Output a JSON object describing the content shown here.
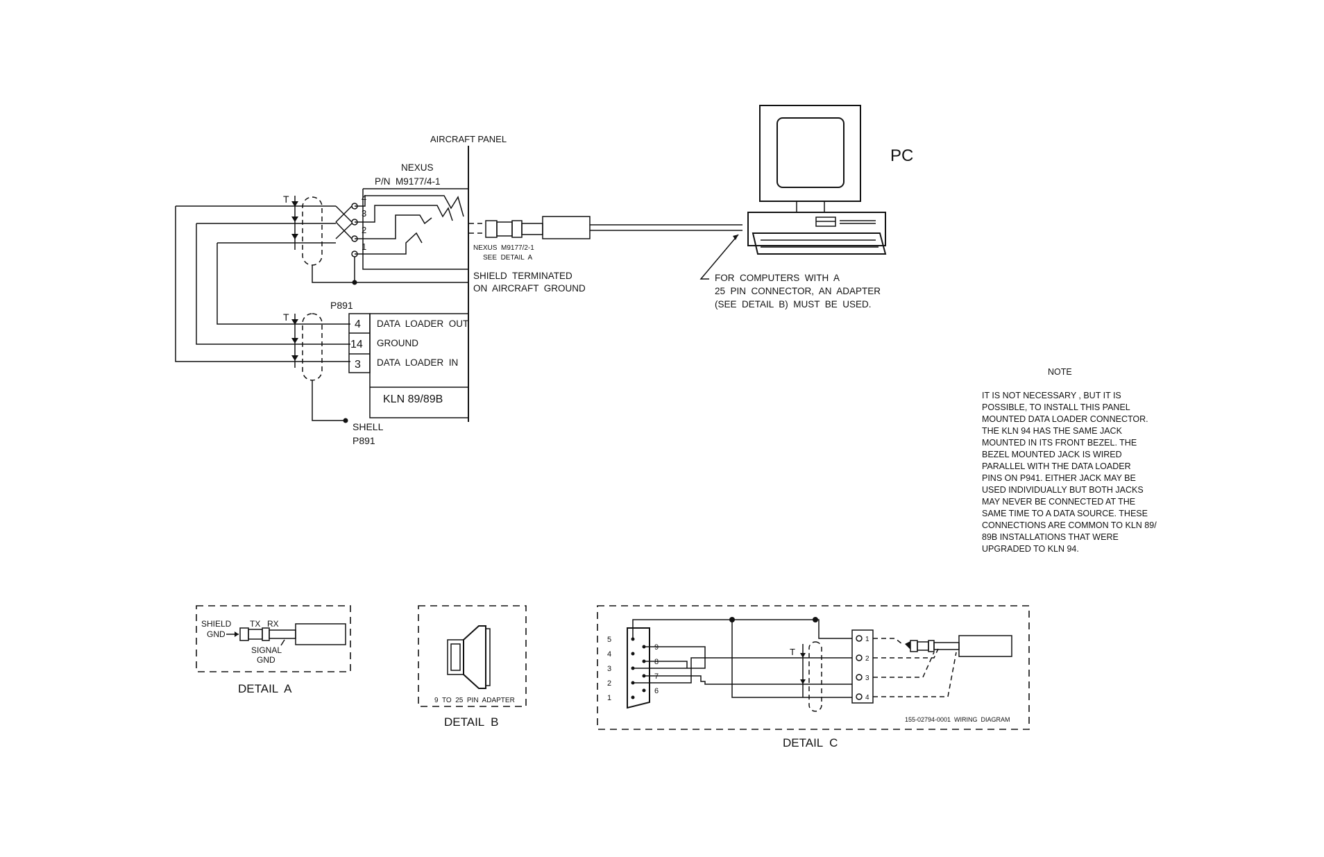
{
  "labels": {
    "aircraft_panel": "AIRCRAFT PANEL",
    "nexus": "NEXUS",
    "nexus_pn": "P/N  M9177/4-1",
    "plug_pn": "NEXUS  M9177/2-1",
    "see_detail_a": "SEE  DETAIL  A",
    "shield_terminated_1": "SHIELD  TERMINATED",
    "shield_terminated_2": "ON  AIRCRAFT  GROUND",
    "pc": "PC",
    "computers_1": "FOR  COMPUTERS  WITH  A",
    "computers_2": "25  PIN  CONNECTOR,  AN  ADAPTER",
    "computers_3": "(SEE  DETAIL  B)  MUST  BE  USED.",
    "p891": "P891",
    "shell": "SHELL",
    "shell_p891": "P891",
    "t": "T",
    "kln": "KLN 89/89B",
    "jack_pins": [
      "4",
      "3",
      "2",
      "1"
    ],
    "connector_rows": [
      {
        "pin": "4",
        "signal": "DATA  LOADER  OUT"
      },
      {
        "pin": "14",
        "signal": "GROUND"
      },
      {
        "pin": "3",
        "signal": "DATA  LOADER  IN"
      }
    ]
  },
  "note": {
    "title": "NOTE",
    "lines": [
      "IT IS NOT NECESSARY , BUT IT IS",
      "POSSIBLE, TO INSTALL THIS PANEL",
      "MOUNTED DATA LOADER CONNECTOR.",
      "THE KLN 94 HAS THE SAME JACK",
      "MOUNTED IN ITS FRONT BEZEL. THE",
      "BEZEL MOUNTED JACK IS WIRED",
      "PARALLEL WITH THE DATA LOADER",
      "PINS ON P941. EITHER JACK MAY BE",
      "USED INDIVIDUALLY BUT BOTH JACKS",
      "MAY NEVER BE CONNECTED AT THE",
      "SAME TIME TO A DATA SOURCE. THESE",
      "CONNECTIONS ARE COMMON TO KLN 89/",
      "89B INSTALLATIONS THAT WERE",
      "UPGRADED TO KLN 94."
    ]
  },
  "detail_a": {
    "shield": "SHIELD",
    "gnd": "GND",
    "tx": "TX",
    "rx": "RX",
    "signal": "SIGNAL",
    "signal_gnd": "GND",
    "caption": "DETAIL  A"
  },
  "detail_b": {
    "adapter": "9  TO  25  PIN  ADAPTER",
    "caption": "DETAIL  B"
  },
  "detail_c": {
    "db9_left": [
      "5",
      "4",
      "3",
      "2",
      "1"
    ],
    "db9_right": [
      "9",
      "8",
      "7",
      "6"
    ],
    "jack_pins": [
      "1",
      "2",
      "3",
      "4"
    ],
    "t": "T",
    "part": "155-02794-0001  WIRING  DIAGRAM",
    "caption": "DETAIL  C"
  }
}
